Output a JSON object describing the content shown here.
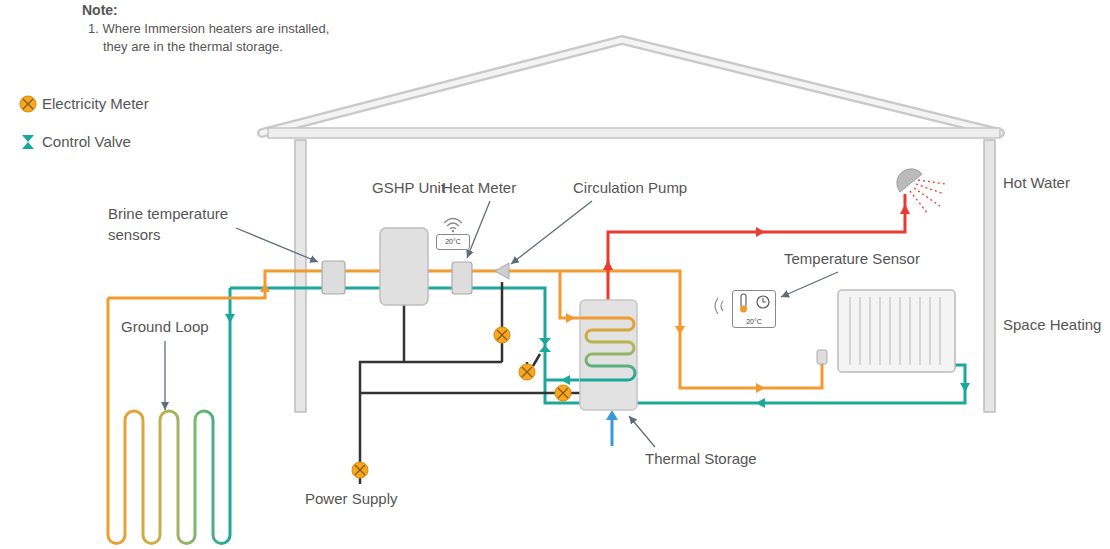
{
  "diagram": {
    "nodes": [
      {
        "text": [
          "20°C"
        ]
      },
      {
        "text": [
          "20°C"
        ]
      }
    ],
    "labels": [
      "Note:",
      "1. Where Immersion heaters are installed, they are in the thermal storage.",
      "GSHP Unit",
      "Heat Meter",
      "Circulation Pump",
      "Hot Water",
      "Brine temperature sensors",
      "Temperature Sensor",
      "Ground Loop",
      "Space Heating",
      "Thermal Storage",
      "Power Supply"
    ],
    "legend": [
      {
        "text": "Electricity Meter"
      },
      {
        "text": "Control Valve"
      }
    ]
  }
}
